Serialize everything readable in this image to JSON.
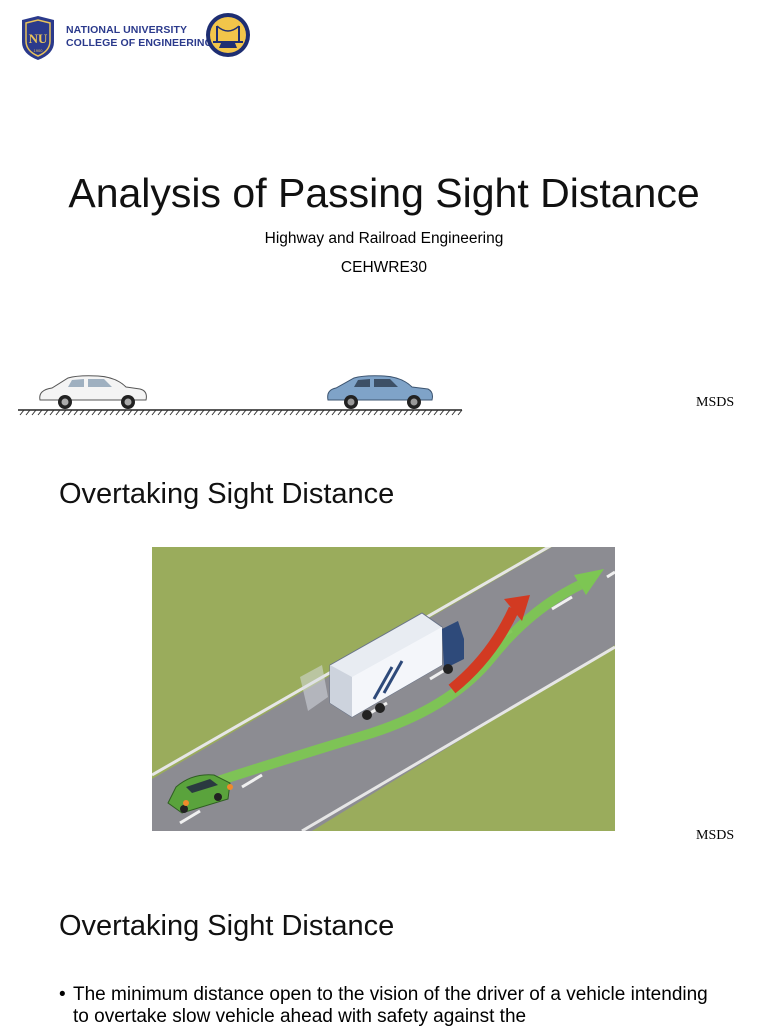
{
  "header": {
    "logo_text_line1": "NATIONAL UNIVERSITY",
    "logo_text_line2": "COLLEGE OF ENGINEERING",
    "seal_year": "1900"
  },
  "slide1": {
    "title": "Analysis of Passing Sight Distance",
    "subtitle": "Highway and Railroad Engineering",
    "course_code": "CEHWRE30",
    "footer": "MSDS"
  },
  "slide2": {
    "title": "Overtaking Sight Distance",
    "footer": "MSDS"
  },
  "slide3": {
    "title": "Overtaking Sight Distance",
    "bullet": "The minimum distance open to the vision of the driver of a vehicle intending to overtake slow vehicle ahead with safety against the"
  },
  "colors": {
    "university_blue": "#2b3a8c",
    "grass": "#9aac5c",
    "road": "#8c8c92",
    "green_arrow": "#7dc653",
    "red_arrow": "#d23a22",
    "car_blue": "#7fa3c8"
  }
}
